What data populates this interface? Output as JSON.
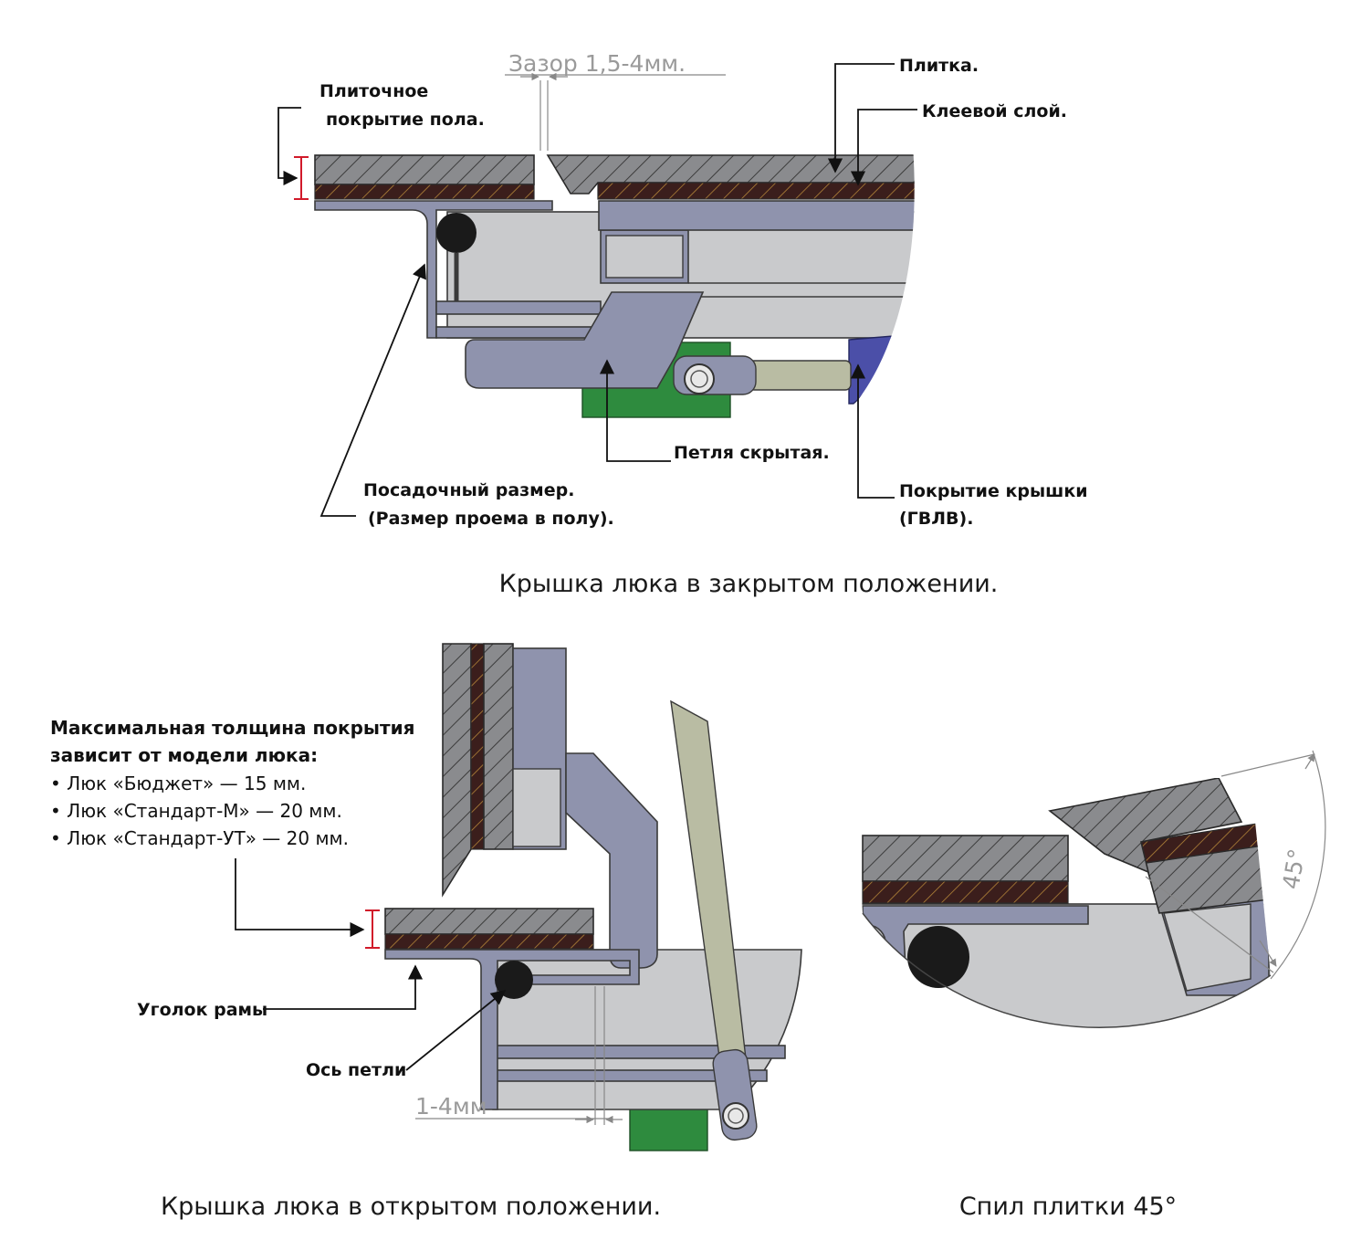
{
  "closed_view": {
    "gap_label": "Зазор 1,5-4мм.",
    "floor_tile_label": [
      "Плиточное",
      "покрытие пола."
    ],
    "tile_label": "Плитка.",
    "glue_label": "Клеевой слой.",
    "hinge_label": "Петля скрытая.",
    "seat_size_label": [
      "Посадочный размер.",
      "(Размер проема в полу)."
    ],
    "cover_label": [
      "Покрытие крышки",
      "(ГВЛВ)."
    ],
    "caption": "Крышка люка в закрытом положении."
  },
  "open_view": {
    "max_thickness_title": [
      "Максимальная толщина покрытия",
      "зависит от модели люка:"
    ],
    "models": [
      "• Люк «Бюджет» — 15 мм.",
      "• Люк «Стандарт-М» — 20 мм.",
      "• Люк «Стандарт-УТ» — 20 мм."
    ],
    "frame_corner_label": "Уголок рамы",
    "hinge_axis_label": "Ось петли",
    "clearance_label": "1-4мм",
    "caption": "Крышка люка в открытом положении."
  },
  "bevel_view": {
    "angle_label": "45°",
    "caption": "Спил плитки 45°"
  },
  "colors": {
    "frame": "#8f93ad",
    "panel": "#c9cacc",
    "tile_hatch": "#555555",
    "glue": "#3b1e1c",
    "green_block": "#2e8b3e",
    "cover_cap": "#4b4fa8",
    "dimension_red": "#d11a2a"
  }
}
